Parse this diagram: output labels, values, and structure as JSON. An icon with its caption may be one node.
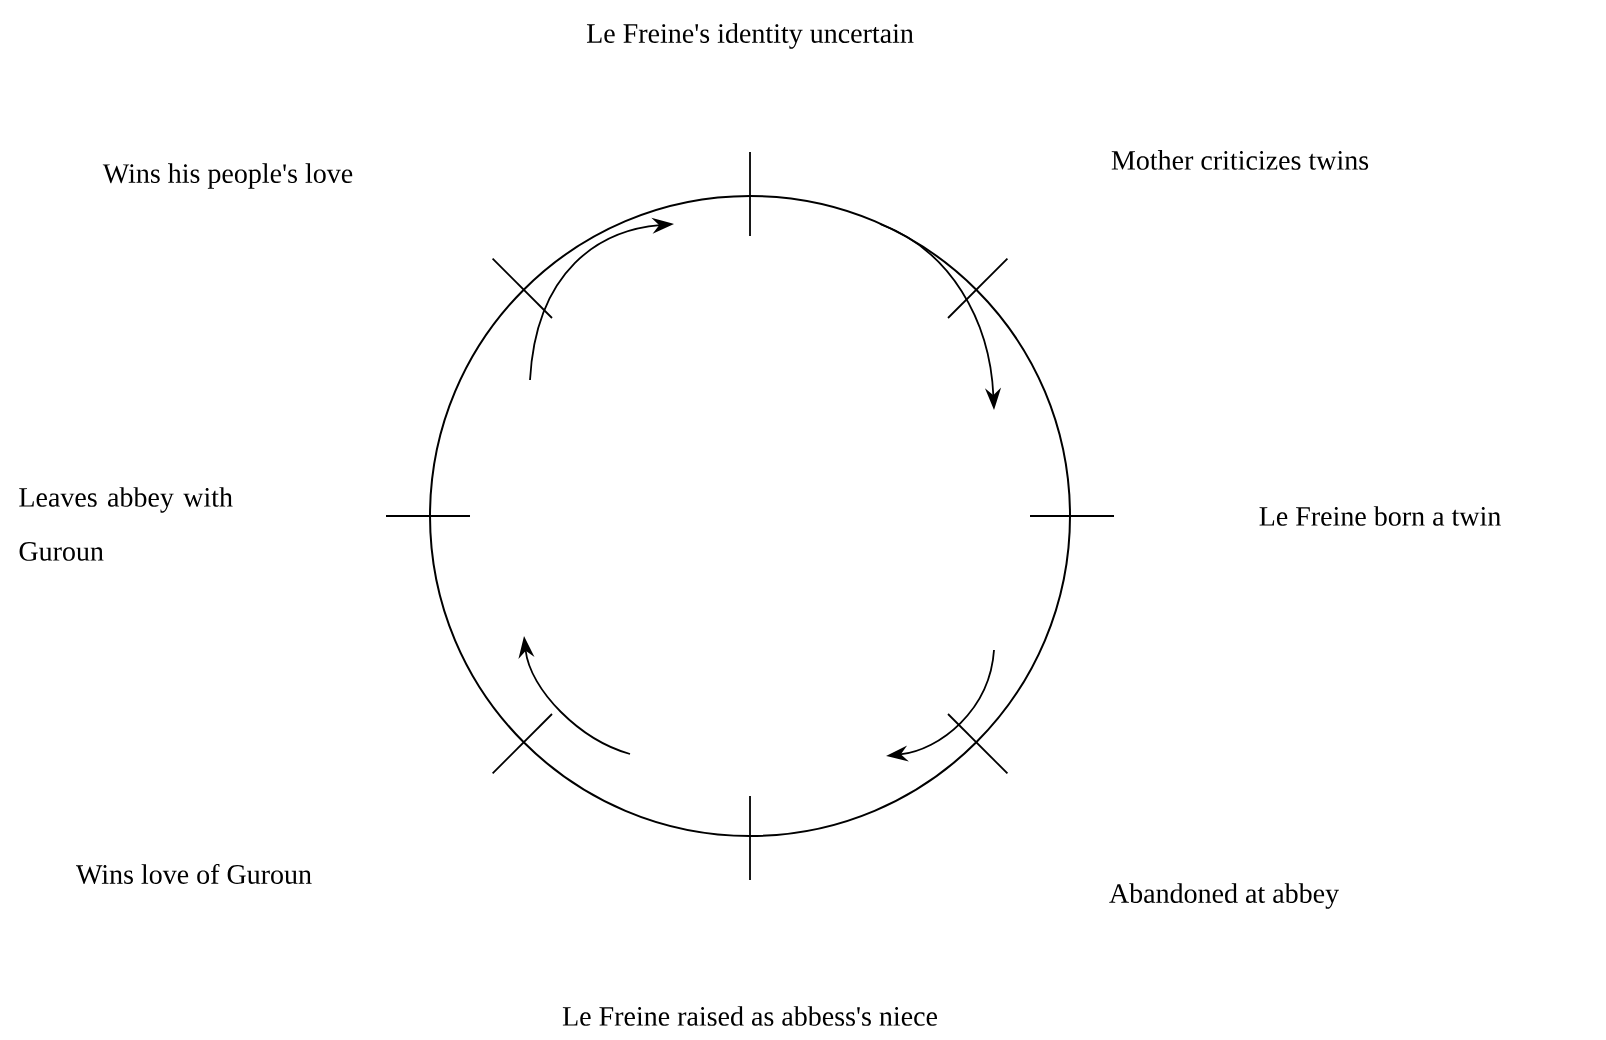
{
  "diagram": {
    "labels": [
      "Le Freine's identity uncertain",
      "Wins his people's love",
      "Mother criticizes twins",
      "Leaves abbey with Guroun",
      "Le Freine born a twin",
      "Wins love of Guroun",
      "Abandoned at abbey",
      "Le Freine raised as abbess's niece"
    ]
  }
}
